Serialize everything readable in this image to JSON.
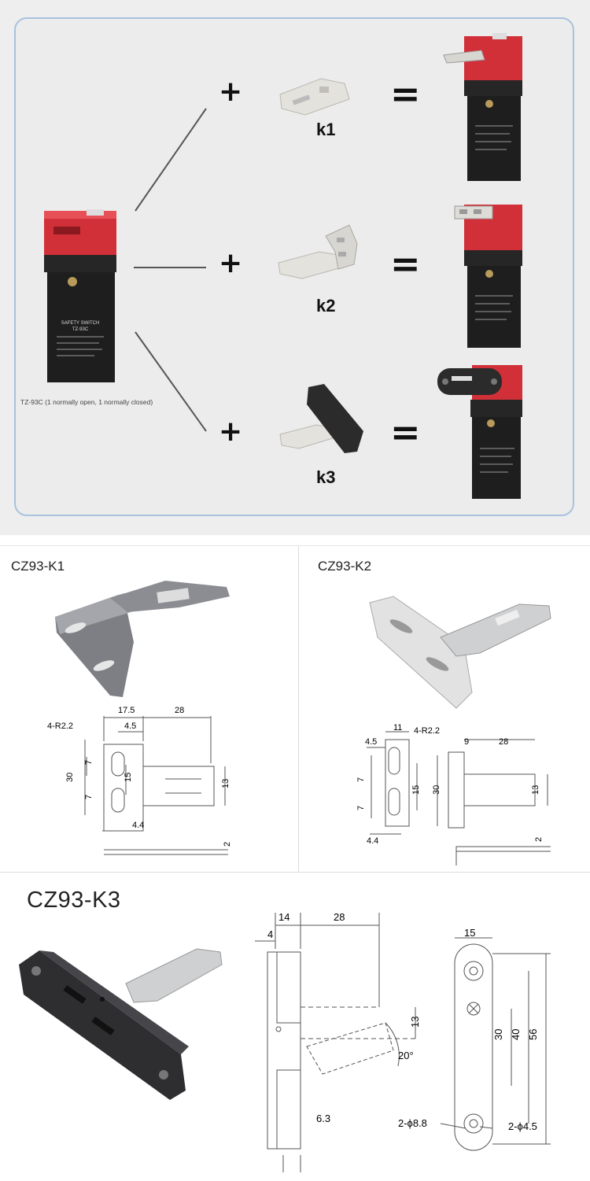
{
  "top": {
    "plus_signs": [
      "+",
      "+",
      "+"
    ],
    "equals_signs": [
      "=",
      "=",
      "="
    ],
    "key_labels": [
      "k1",
      "k2",
      "k3"
    ],
    "switch_caption": "TZ-93C (1 normally open, 1 normally closed)",
    "switch_label": "SAFETY SWITCH",
    "switch_model": "TZ-93C"
  },
  "k1": {
    "title": "CZ93-K1",
    "dims": [
      "17.5",
      "28",
      "4.5",
      "4-R2.2",
      "7",
      "30",
      "15",
      "13",
      "7",
      "4.4",
      "2"
    ]
  },
  "k2": {
    "title": "CZ93-K2",
    "dims": [
      "11",
      "4-R2.2",
      "4.5",
      "9",
      "28",
      "7",
      "30",
      "15",
      "13",
      "7",
      "4.4",
      "2"
    ]
  },
  "k3": {
    "title": "CZ93-K3",
    "dims": [
      "14",
      "28",
      "4",
      "13",
      "20°",
      "6.3",
      "15",
      "30",
      "40",
      "56",
      "2-ϕ8.8",
      "2-ϕ4.5"
    ]
  }
}
